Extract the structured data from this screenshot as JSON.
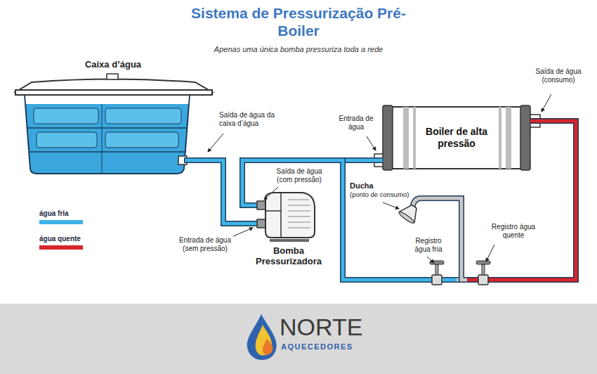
{
  "diagram": {
    "title": "Sistema de Pressurização Pré-Boiler",
    "caption": "Apenas uma única bomba pressuriza toda a rede",
    "nodes": [
      {
        "text": [
          "Caixa d’água"
        ]
      },
      {
        "text": [
          "Bomba Pressurizadora"
        ]
      },
      {
        "text": [
          "Boiler de alta pressão"
        ]
      },
      {
        "text": [
          "Ducha",
          "(ponto de consumo)"
        ]
      },
      {
        "text": [
          "Registro água fria"
        ]
      },
      {
        "text": [
          "Registro água quente"
        ]
      }
    ],
    "edges": [
      {
        "from": 0,
        "to": 1,
        "arrow": "none"
      },
      {
        "from": 1,
        "to": 2,
        "arrow": "none"
      },
      {
        "from": 1,
        "to": 4,
        "arrow": "none"
      },
      {
        "from": 2,
        "to": 5,
        "arrow": "none"
      },
      {
        "from": 4,
        "to": 3,
        "arrow": "none"
      },
      {
        "from": 5,
        "to": 3,
        "arrow": "none"
      }
    ],
    "labels": [
      "Saída de água da caixa d’água",
      "Saída de água (com pressão)",
      "Entrada de água (sem pressão)",
      "Entrada de água",
      "Saída de água (consumo)",
      "NORTE",
      "AQUECEDORES"
    ],
    "legend": [
      {
        "text": "água fria",
        "color": "#3fb4e8"
      },
      {
        "text": "água quente",
        "color": "#d7262b"
      }
    ]
  }
}
